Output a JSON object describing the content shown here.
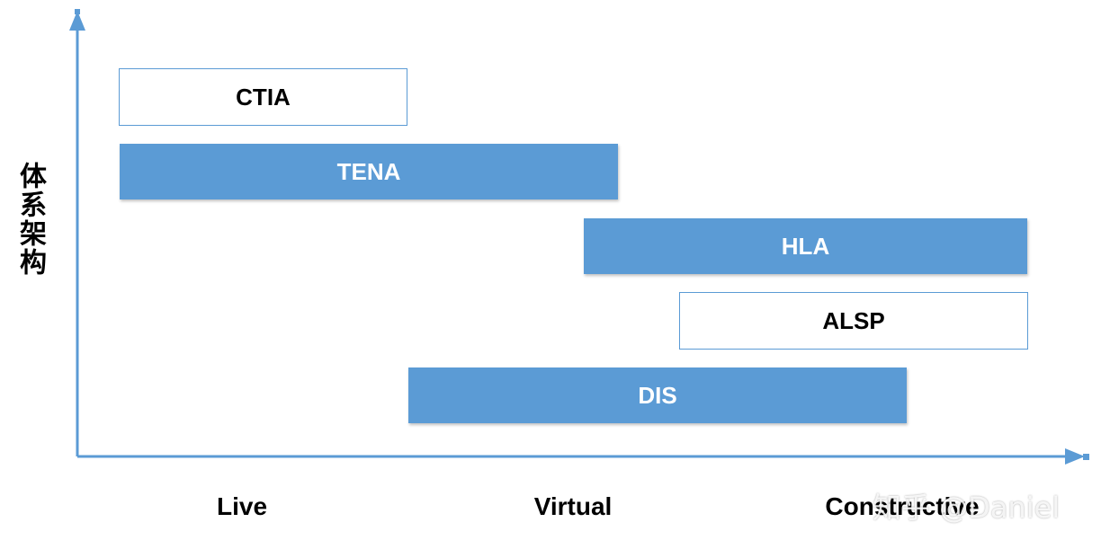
{
  "diagram": {
    "y_label": "体系架构",
    "x_ticks": [
      "Live",
      "Virtual",
      "Constructive"
    ],
    "bars": [
      {
        "label": "CTIA",
        "style": "outline"
      },
      {
        "label": "TENA",
        "style": "filled"
      },
      {
        "label": "HLA",
        "style": "filled"
      },
      {
        "label": "ALSP",
        "style": "outline"
      },
      {
        "label": "DIS",
        "style": "filled"
      }
    ],
    "colors": {
      "accent": "#5b9bd5",
      "text_on_fill": "#ffffff",
      "text": "#000000"
    }
  },
  "watermark": "知乎 @Daniel"
}
